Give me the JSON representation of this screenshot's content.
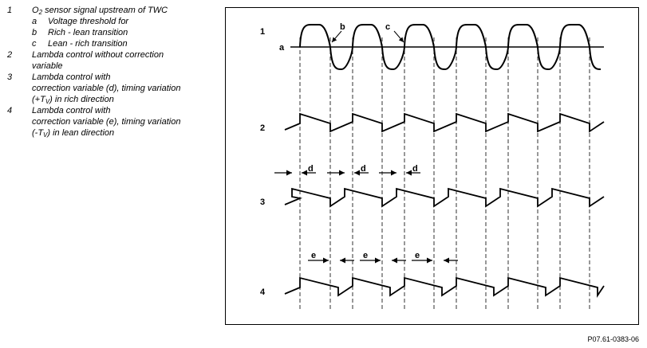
{
  "legend": [
    {
      "num": "1",
      "text": "O",
      "sub": "2",
      "after": " sensor signal upstream of TWC",
      "items": [
        {
          "letter": "a",
          "text": "Voltage threshold for"
        },
        {
          "letter": "b",
          "text": "Rich - lean transition"
        },
        {
          "letter": "c",
          "text": "Lean - rich transition"
        }
      ]
    },
    {
      "num": "2",
      "lines": [
        "Lambda control without correction",
        "variable"
      ]
    },
    {
      "num": "3",
      "lines": [
        "Lambda control with",
        "correction variable (d), timing variation"
      ],
      "pre": "(+T",
      "sub": "V",
      "post": ") in rich direction"
    },
    {
      "num": "4",
      "lines": [
        "Lambda control with",
        "correction variable (e), timing variation"
      ],
      "pre": "(-T",
      "sub": "V",
      "post": ") in lean direction"
    }
  ],
  "diagram": {
    "trace_labels": [
      "1",
      "2",
      "3",
      "4"
    ],
    "label_a": "a",
    "label_b": "b",
    "label_c": "c",
    "label_d": "d",
    "label_e": "e"
  },
  "figure_ref": "P07.61-0383-06"
}
